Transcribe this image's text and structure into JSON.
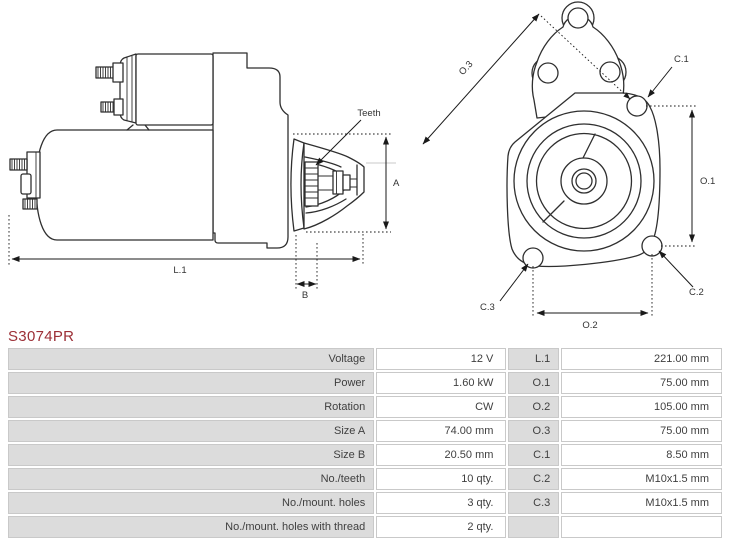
{
  "part": {
    "number": "S3074PR",
    "accent_color": "#9c2f36"
  },
  "diagram": {
    "side_view": {
      "teeth": "Teeth",
      "dim_a": "A",
      "dim_b": "B",
      "dim_l1": "L.1"
    },
    "front_view": {
      "dim_o3": "O.3",
      "dim_o1": "O.1",
      "dim_o2": "O.2",
      "dim_c1": "C.1",
      "dim_c2": "C.2",
      "dim_c3": "C.3"
    }
  },
  "table": {
    "rows": [
      {
        "label1": "Voltage",
        "value1": "12 V",
        "label2": "L.1",
        "value2": "221.00 mm"
      },
      {
        "label1": "Power",
        "value1": "1.60 kW",
        "label2": "O.1",
        "value2": "75.00 mm"
      },
      {
        "label1": "Rotation",
        "value1": "CW",
        "label2": "O.2",
        "value2": "105.00 mm"
      },
      {
        "label1": "Size A",
        "value1": "74.00 mm",
        "label2": "O.3",
        "value2": "75.00 mm"
      },
      {
        "label1": "Size B",
        "value1": "20.50 mm",
        "label2": "C.1",
        "value2": "8.50 mm"
      },
      {
        "label1": "No./teeth",
        "value1": "10 qty.",
        "label2": "C.2",
        "value2": "M10x1.5 mm"
      },
      {
        "label1": "No./mount. holes",
        "value1": "3 qty.",
        "label2": "C.3",
        "value2": "M10x1.5 mm"
      },
      {
        "label1": "No./mount. holes with thread",
        "value1": "2 qty.",
        "label2": "",
        "value2": ""
      }
    ]
  }
}
